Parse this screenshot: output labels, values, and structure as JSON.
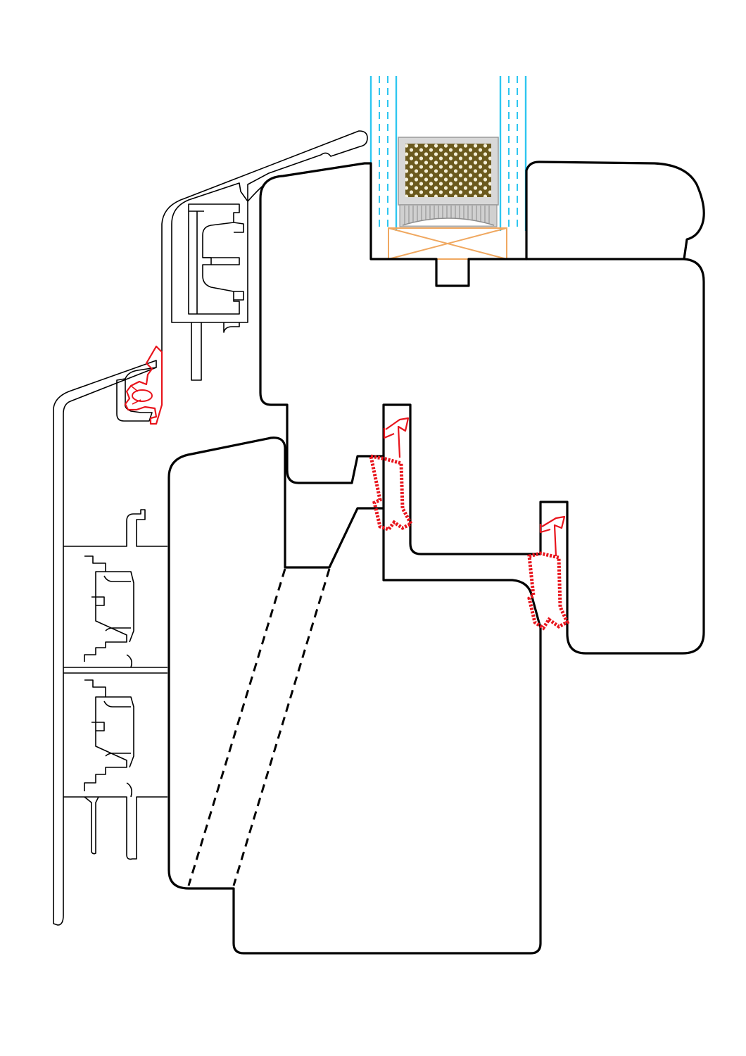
{
  "diagram": {
    "kind": "window frame section detail",
    "colors": {
      "outline": "#000000",
      "seal": "#e8141c",
      "glass": "#2ec6f0",
      "spacer_fill": "#d8d8d8",
      "desiccant": "#6b5a1e",
      "setting_block": "#f0a860",
      "background": "#ffffff"
    },
    "components": [
      "double-glazing",
      "glass-spacer",
      "setting-block",
      "sash-profile",
      "frame-profile",
      "aluminium-cladding-upper",
      "aluminium-cladding-lower",
      "rebate-seals"
    ]
  }
}
